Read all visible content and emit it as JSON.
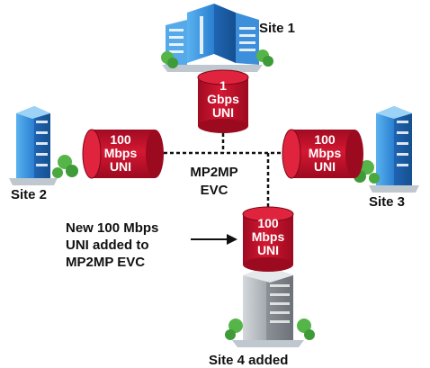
{
  "colors": {
    "uni_fill": "#c8102e",
    "uni_dark": "#8e0a1f",
    "blue_building": "#2f86d6",
    "gray_building": "#9aa1a8",
    "tree_green": "#4caf50",
    "line": "#111111"
  },
  "sites": {
    "site1": "Site 1",
    "site2": "Site 2",
    "site3": "Site 3",
    "site4": "Site 4 added"
  },
  "unis": {
    "top": [
      "1",
      "Gbps",
      "UNI"
    ],
    "left": [
      "100",
      "Mbps",
      "UNI"
    ],
    "right": [
      "100",
      "Mbps",
      "UNI"
    ],
    "bottom": [
      "100",
      "Mbps",
      "UNI"
    ]
  },
  "evc": [
    "MP2MP",
    "EVC"
  ],
  "callout": [
    "New 100 Mbps",
    "UNI added to",
    "MP2MP EVC"
  ]
}
